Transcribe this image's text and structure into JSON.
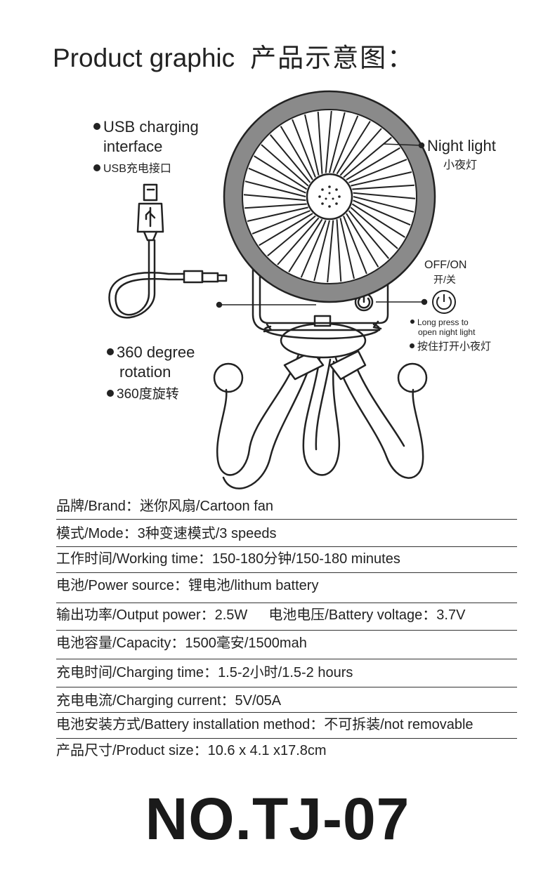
{
  "title": {
    "en": "Product graphic",
    "cn": "产品示意图："
  },
  "callouts": {
    "usb_line1": "USB charging",
    "usb_line2": "interface",
    "usb_cn": "USB充电接口",
    "night_light": "Night light",
    "night_light_cn": "小夜灯",
    "switch": "OFF/ON",
    "switch_cn": "开/关",
    "long_press_line1": "Long press to",
    "long_press_line2": "open night light",
    "long_press_cn": "按住打开小夜灯",
    "rotation_line1": "360 degree",
    "rotation_line2": "rotation",
    "rotation_cn": "360度旋转"
  },
  "specs": [
    {
      "label": "品牌/Brand：",
      "value": "迷你风扇/Cartoon fan"
    },
    {
      "label": "模式/Mode：",
      "value": "3种变速模式/3 speeds"
    },
    {
      "label": "工作时间/Working time：",
      "value": "150-180分钟/150-180 minutes"
    },
    {
      "label": "电池/Power source：",
      "value": "锂电池/lithum battery"
    },
    {
      "label": "输出功率/Output power：",
      "value": "2.5W",
      "label2": "电池电压/Battery voltage：",
      "value2": "3.7V"
    },
    {
      "label": "电池容量/Capacity：",
      "value": "1500毫安/1500mah"
    },
    {
      "label": "充电时间/Charging time：",
      "value": "1.5-2小时/1.5-2 hours"
    },
    {
      "label": "充电电流/Charging current：",
      "value": "5V/05A"
    },
    {
      "label": "电池安装方式/Battery installation method：",
      "value": "不可拆装/not removable"
    },
    {
      "label": "产品尺寸/Product size：",
      "value": "10.6 x 4.1 x17.8cm"
    }
  ],
  "model": "NO.TJ-07",
  "colors": {
    "ring": "#8a8a8a",
    "line": "#222222",
    "background": "#ffffff"
  }
}
